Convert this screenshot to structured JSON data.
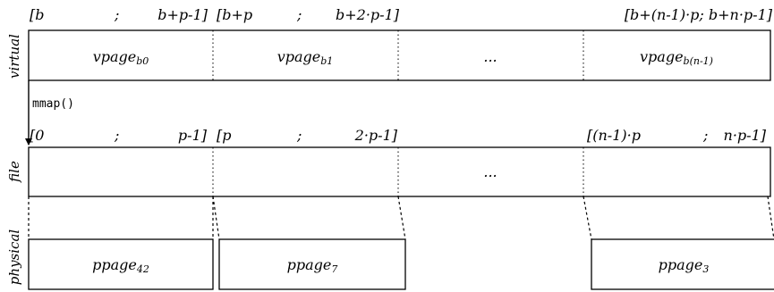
{
  "rows": {
    "virtual": {
      "label": "virtual",
      "ranges": [
        {
          "start": "[b",
          "sep": ";",
          "end": "b+p-1]"
        },
        {
          "start": "[b+p",
          "sep": ";",
          "end": "b+2·p-1]"
        },
        {
          "text": "[b+(n-1)·p; b+n·p-1]"
        }
      ],
      "cells": [
        {
          "base": "vpage",
          "sub": "b0"
        },
        {
          "base": "vpage",
          "sub": "b1"
        },
        {
          "text": "..."
        },
        {
          "base": "vpage",
          "sub": "b(n-1)"
        }
      ]
    },
    "file": {
      "label": "file",
      "ranges": [
        {
          "start": "[0",
          "sep": ";",
          "end": "p-1]"
        },
        {
          "start": "[p",
          "sep": ";",
          "end": "2·p-1]"
        },
        {
          "start": "[(n-1)·p",
          "sep": ";",
          "end": "n·p-1]"
        }
      ],
      "cells": [
        {
          "text": "..."
        }
      ]
    },
    "physical": {
      "label": "physical",
      "cells": [
        {
          "base": "ppage",
          "sub": "42"
        },
        {
          "base": "ppage",
          "sub": "7"
        },
        {
          "base": "ppage",
          "sub": "3"
        }
      ]
    }
  },
  "arrow": {
    "label": "mmap()"
  }
}
